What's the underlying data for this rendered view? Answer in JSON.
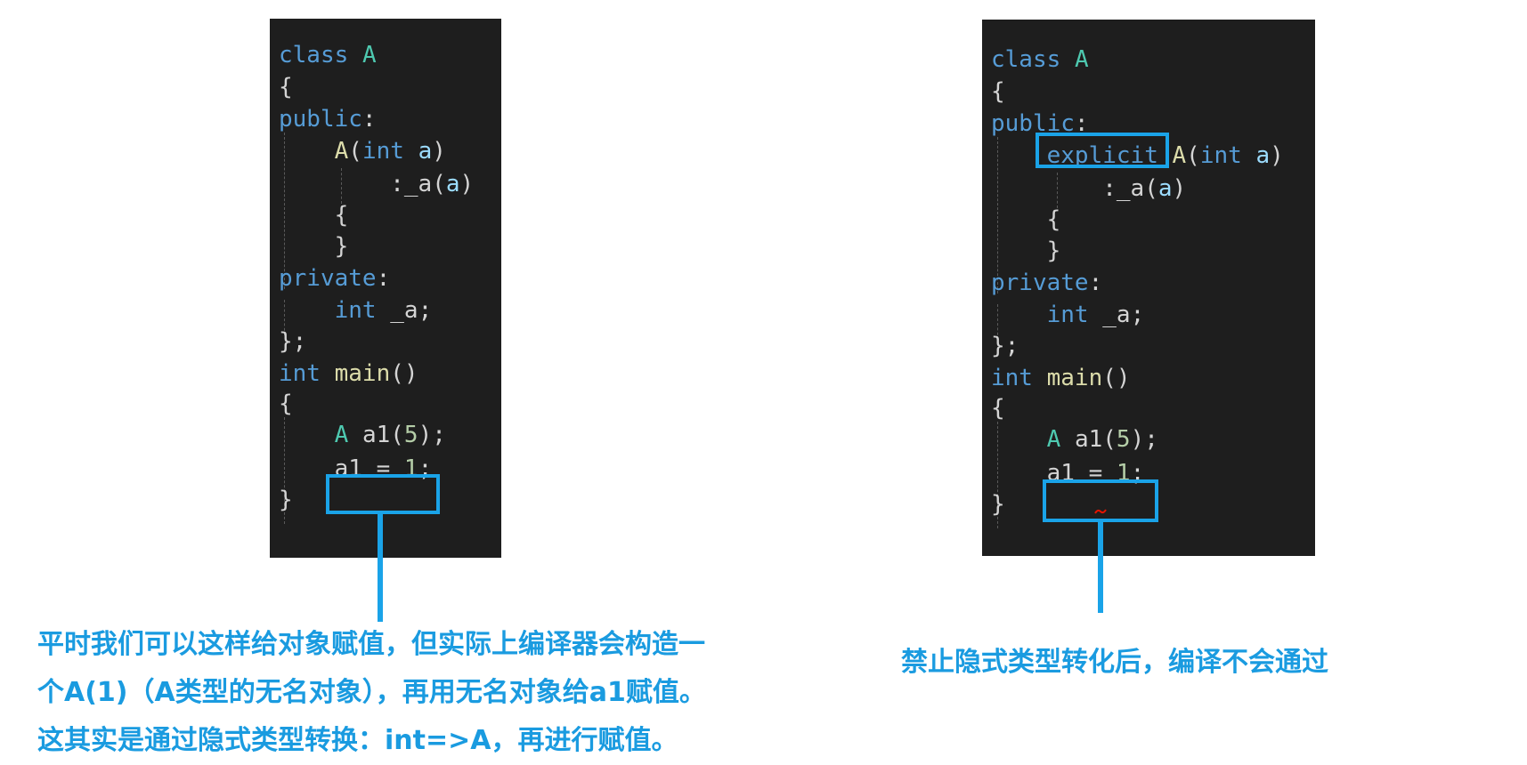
{
  "colors": {
    "editor_bg": "#1e1e1e",
    "keyword": "#569cd6",
    "type_name": "#4ec9b0",
    "function": "#dcdcaa",
    "number": "#b5cea8",
    "parameter": "#9cdcfe",
    "text": "#d4d4d4",
    "highlight": "#1aa3e8",
    "caption": "#1a9be0",
    "error_squiggle": "#e51400"
  },
  "left_panel": {
    "lines": [
      [
        {
          "t": "class",
          "c": "kw"
        },
        {
          "t": " "
        },
        {
          "t": "A",
          "c": "cls"
        }
      ],
      [
        {
          "t": "{",
          "c": "pn"
        }
      ],
      [
        {
          "t": "public",
          "c": "kw"
        },
        {
          "t": ":",
          "c": "pn"
        }
      ],
      [
        {
          "t": "    "
        },
        {
          "t": "A",
          "c": "fn"
        },
        {
          "t": "(",
          "c": "pn"
        },
        {
          "t": "int",
          "c": "kw"
        },
        {
          "t": " "
        },
        {
          "t": "a",
          "c": "par"
        },
        {
          "t": ")",
          "c": "pn"
        }
      ],
      [
        {
          "t": "        :",
          "c": "pn"
        },
        {
          "t": "_a",
          "c": "id"
        },
        {
          "t": "(",
          "c": "pn"
        },
        {
          "t": "a",
          "c": "par"
        },
        {
          "t": ")",
          "c": "pn"
        }
      ],
      [
        {
          "t": "    "
        },
        {
          "t": "{",
          "c": "pn"
        }
      ],
      [
        {
          "t": "    "
        },
        {
          "t": "}",
          "c": "pn"
        }
      ],
      [
        {
          "t": "private",
          "c": "kw"
        },
        {
          "t": ":",
          "c": "pn"
        }
      ],
      [
        {
          "t": "    "
        },
        {
          "t": "int",
          "c": "kw"
        },
        {
          "t": " "
        },
        {
          "t": "_a",
          "c": "id"
        },
        {
          "t": ";",
          "c": "pn"
        }
      ],
      [
        {
          "t": "};",
          "c": "pn"
        }
      ],
      [
        {
          "t": "int",
          "c": "kw"
        },
        {
          "t": " "
        },
        {
          "t": "main",
          "c": "fn"
        },
        {
          "t": "()",
          "c": "pn"
        }
      ],
      [
        {
          "t": "{",
          "c": "pn"
        }
      ],
      [
        {
          "t": "    "
        },
        {
          "t": "A",
          "c": "cls"
        },
        {
          "t": " "
        },
        {
          "t": "a1",
          "c": "id"
        },
        {
          "t": "(",
          "c": "pn"
        },
        {
          "t": "5",
          "c": "num"
        },
        {
          "t": ");",
          "c": "pn"
        }
      ],
      [
        {
          "t": "    "
        },
        {
          "t": "a1",
          "c": "id"
        },
        {
          "t": " = ",
          "c": "pn"
        },
        {
          "t": "1",
          "c": "num"
        },
        {
          "t": ";",
          "c": "pn"
        }
      ],
      [
        {
          "t": "}",
          "c": "pn"
        }
      ]
    ]
  },
  "right_panel": {
    "lines": [
      [
        {
          "t": "class",
          "c": "kw"
        },
        {
          "t": " "
        },
        {
          "t": "A",
          "c": "cls"
        }
      ],
      [
        {
          "t": "{",
          "c": "pn"
        }
      ],
      [
        {
          "t": "public",
          "c": "kw"
        },
        {
          "t": ":",
          "c": "pn"
        }
      ],
      [
        {
          "t": "    "
        },
        {
          "t": "explicit",
          "c": "kw"
        },
        {
          "t": " "
        },
        {
          "t": "A",
          "c": "fn"
        },
        {
          "t": "(",
          "c": "pn"
        },
        {
          "t": "int",
          "c": "kw"
        },
        {
          "t": " "
        },
        {
          "t": "a",
          "c": "par"
        },
        {
          "t": ")",
          "c": "pn"
        }
      ],
      [
        {
          "t": "        :",
          "c": "pn"
        },
        {
          "t": "_a",
          "c": "id"
        },
        {
          "t": "(",
          "c": "pn"
        },
        {
          "t": "a",
          "c": "par"
        },
        {
          "t": ")",
          "c": "pn"
        }
      ],
      [
        {
          "t": "    "
        },
        {
          "t": "{",
          "c": "pn"
        }
      ],
      [
        {
          "t": "    "
        },
        {
          "t": "}",
          "c": "pn"
        }
      ],
      [
        {
          "t": "private",
          "c": "kw"
        },
        {
          "t": ":",
          "c": "pn"
        }
      ],
      [
        {
          "t": "    "
        },
        {
          "t": "int",
          "c": "kw"
        },
        {
          "t": " "
        },
        {
          "t": "_a",
          "c": "id"
        },
        {
          "t": ";",
          "c": "pn"
        }
      ],
      [
        {
          "t": "};",
          "c": "pn"
        }
      ],
      [
        {
          "t": "int",
          "c": "kw"
        },
        {
          "t": " "
        },
        {
          "t": "main",
          "c": "fn"
        },
        {
          "t": "()",
          "c": "pn"
        }
      ],
      [
        {
          "t": "{",
          "c": "pn"
        }
      ],
      [
        {
          "t": "    "
        },
        {
          "t": "A",
          "c": "cls"
        },
        {
          "t": " "
        },
        {
          "t": "a1",
          "c": "id"
        },
        {
          "t": "(",
          "c": "pn"
        },
        {
          "t": "5",
          "c": "num"
        },
        {
          "t": ");",
          "c": "pn"
        }
      ],
      [
        {
          "t": "    "
        },
        {
          "t": "a1",
          "c": "id"
        },
        {
          "t": " = ",
          "c": "pn"
        },
        {
          "t": "1",
          "c": "num"
        },
        {
          "t": ";",
          "c": "pn"
        }
      ],
      [
        {
          "t": "}",
          "c": "pn"
        }
      ]
    ]
  },
  "captions": {
    "left": [
      "平时我们可以这样给对象赋值，但实际上编译器会构造一",
      "个A(1)（A类型的无名对象），再用无名对象给a1赋值。",
      "这其实是通过隐式类型转换：int=>A，再进行赋值。"
    ],
    "right": "禁止隐式类型转化后，编译不会通过"
  }
}
